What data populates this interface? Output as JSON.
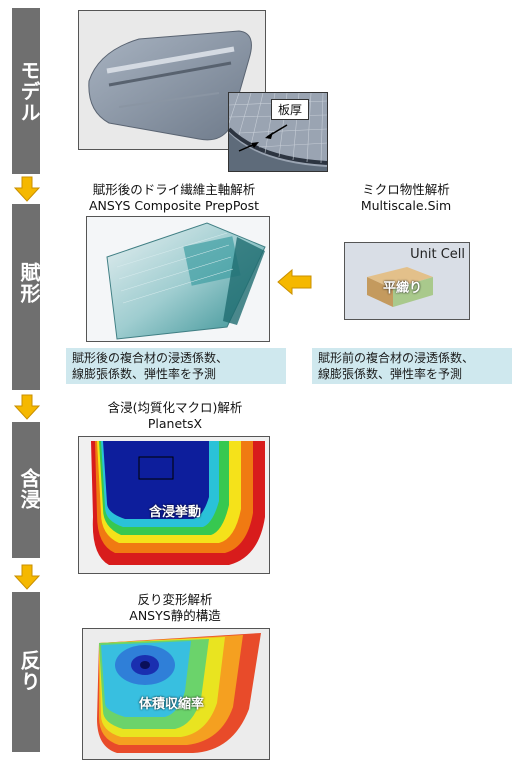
{
  "stages": [
    {
      "label": "モデル"
    },
    {
      "label": "賦形"
    },
    {
      "label": "含浸"
    },
    {
      "label": "反り"
    }
  ],
  "model": {
    "thickness_label": "板厚"
  },
  "forming": {
    "title_line1": "賦形後のドライ繊維主軸解析",
    "title_line2": "ANSYS Composite PrepPost",
    "prediction_line1": "賦形後の複合材の浸透係数、",
    "prediction_line2": "線膨張係数、弾性率を予測"
  },
  "micro": {
    "title_line1": "ミクロ物性解析",
    "title_line2": "Multiscale.Sim",
    "unit_cell_label": "Unit Cell",
    "weave_label": "平織り",
    "prediction_line1": "賦形前の複合材の浸透係数、",
    "prediction_line2": "線膨張係数、弾性率を予測"
  },
  "impregnation": {
    "title_line1": "含浸(均質化マクロ)解析",
    "title_line2": "PlanetsX",
    "overlay_label": "含浸挙動"
  },
  "warp": {
    "title_line1": "反り変形解析",
    "title_line2": "ANSYS静的構造",
    "overlay_label": "体積収縮率"
  },
  "colors": {
    "stage_bar": "#6f6f6f",
    "arrow": "#f5b800",
    "prediction_bg": "#cfe8ee"
  }
}
